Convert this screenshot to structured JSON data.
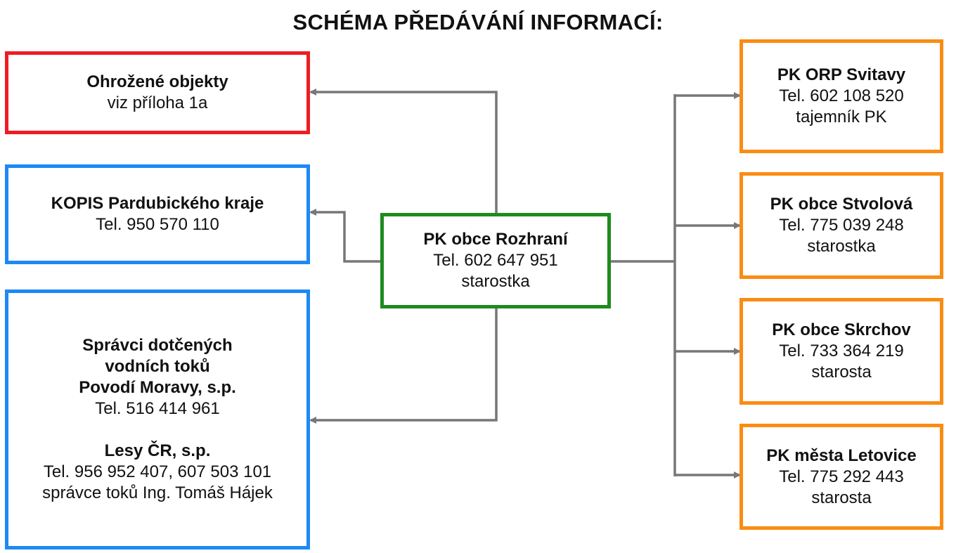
{
  "title": "SCHÉMA PŘEDÁVÁNÍ INFORMACÍ:",
  "colors": {
    "red": "#ee1c23",
    "blue": "#1e88f5",
    "green": "#1f8a1f",
    "orange": "#fa8c12",
    "connector": "#777777"
  },
  "center": {
    "name": "PK obce Rozhraní",
    "tel": "Tel. 602 647 951",
    "role": "starostka"
  },
  "left": {
    "threatened": {
      "name": "Ohrožené objekty",
      "note": "viz příloha 1a"
    },
    "kopis": {
      "name": "KOPIS Pardubického kraje",
      "tel": "Tel. 950 570 110"
    },
    "water": {
      "line1": "Správci dotčených",
      "line2": "vodních toků",
      "line3": "Povodí Moravy, s.p.",
      "tel1": "Tel. 516 414 961",
      "name2": "Lesy ČR, s.p.",
      "tel2": "Tel. 956 952 407, 607 503 101",
      "role2": "správce toků Ing. Tomáš Hájek"
    }
  },
  "right": [
    {
      "name": "PK ORP Svitavy",
      "tel": "Tel. 602 108 520",
      "role": "tajemník PK"
    },
    {
      "name": "PK obce Stvolová",
      "tel": "Tel. 775 039 248",
      "role": "starostka"
    },
    {
      "name": "PK obce Skrchov",
      "tel": "Tel. 733 364 219",
      "role": "starosta"
    },
    {
      "name": "PK města Letovice",
      "tel": "Tel. 775 292 443",
      "role": "starosta"
    }
  ]
}
